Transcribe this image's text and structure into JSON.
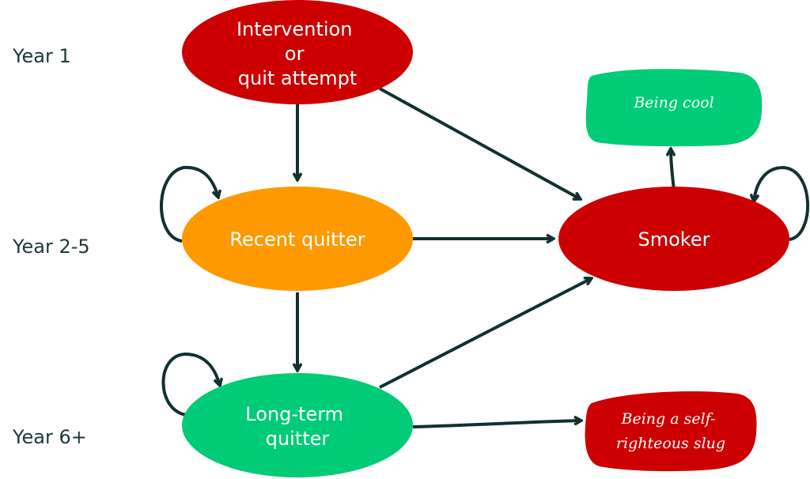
{
  "years": {
    "year1": "Year 1",
    "year2": "Year 2-5",
    "year3": "Year 6+"
  },
  "nodes": {
    "intervention": [
      "Intervention",
      "or",
      "quit attempt"
    ],
    "recent": [
      "Recent quitter"
    ],
    "longterm": [
      "Long-term",
      "quitter"
    ],
    "smoker": [
      "Smoker"
    ],
    "cool": [
      "Being cool"
    ],
    "slug": [
      "Being a self-",
      "righteous slug"
    ]
  },
  "colors": {
    "red": "#cc0000",
    "orange": "#ff9900",
    "green": "#00cc77",
    "arrow": "#123030",
    "year_text": "#1e3838"
  }
}
